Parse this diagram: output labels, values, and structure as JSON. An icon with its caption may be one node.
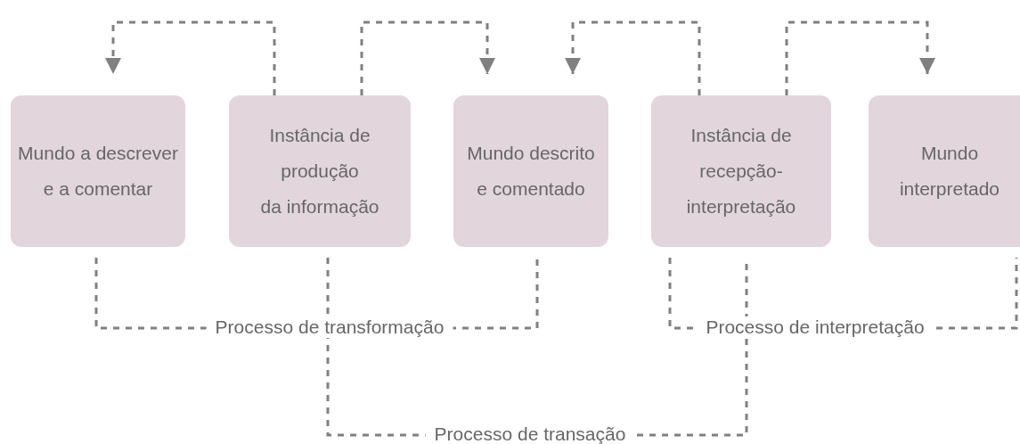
{
  "diagram": {
    "nodes": [
      {
        "text": [
          "Mundo a descrever e a comentar"
        ]
      },
      {
        "text": [
          "Instância de produção da informação"
        ]
      },
      {
        "text": [
          "Mundo descrito e comentado"
        ]
      },
      {
        "text": [
          "Instância de recepção-interpretação"
        ]
      },
      {
        "text": [
          "Mundo interpretado"
        ]
      }
    ],
    "edges": [
      {
        "from": 1,
        "to": 0,
        "arrow": "to",
        "style": "dashed"
      },
      {
        "from": 1,
        "to": 2,
        "arrow": "to",
        "style": "dashed"
      },
      {
        "from": 3,
        "to": 2,
        "arrow": "to",
        "style": "dashed"
      },
      {
        "from": 3,
        "to": 4,
        "arrow": "to",
        "style": "dashed"
      },
      {
        "from": 0,
        "to": 2,
        "arrow": "none",
        "style": "dashed",
        "label": "Processo de transformação"
      },
      {
        "from": 3,
        "to": 4,
        "arrow": "none",
        "style": "dashed",
        "label": "Processo de interpretação"
      },
      {
        "from": 1,
        "to": 3,
        "arrow": "none",
        "style": "dashed",
        "label": "Processo de transação"
      }
    ]
  }
}
